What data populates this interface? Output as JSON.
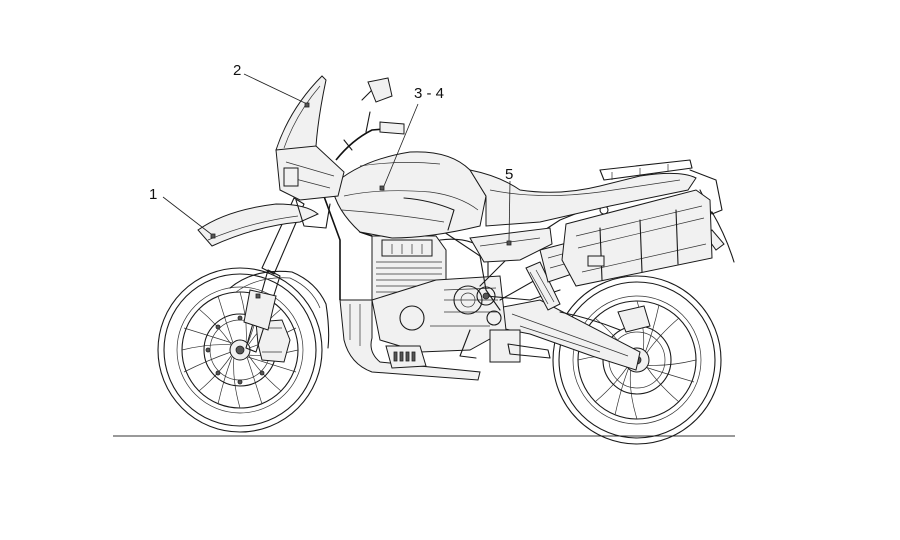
{
  "callouts": [
    {
      "id": "1",
      "label": "1"
    },
    {
      "id": "2",
      "label": "2"
    },
    {
      "id": "3-4",
      "label": "3 - 4"
    },
    {
      "id": "5",
      "label": "5"
    }
  ],
  "colors": {
    "line": "#1a1a1a",
    "background": "#ffffff"
  }
}
